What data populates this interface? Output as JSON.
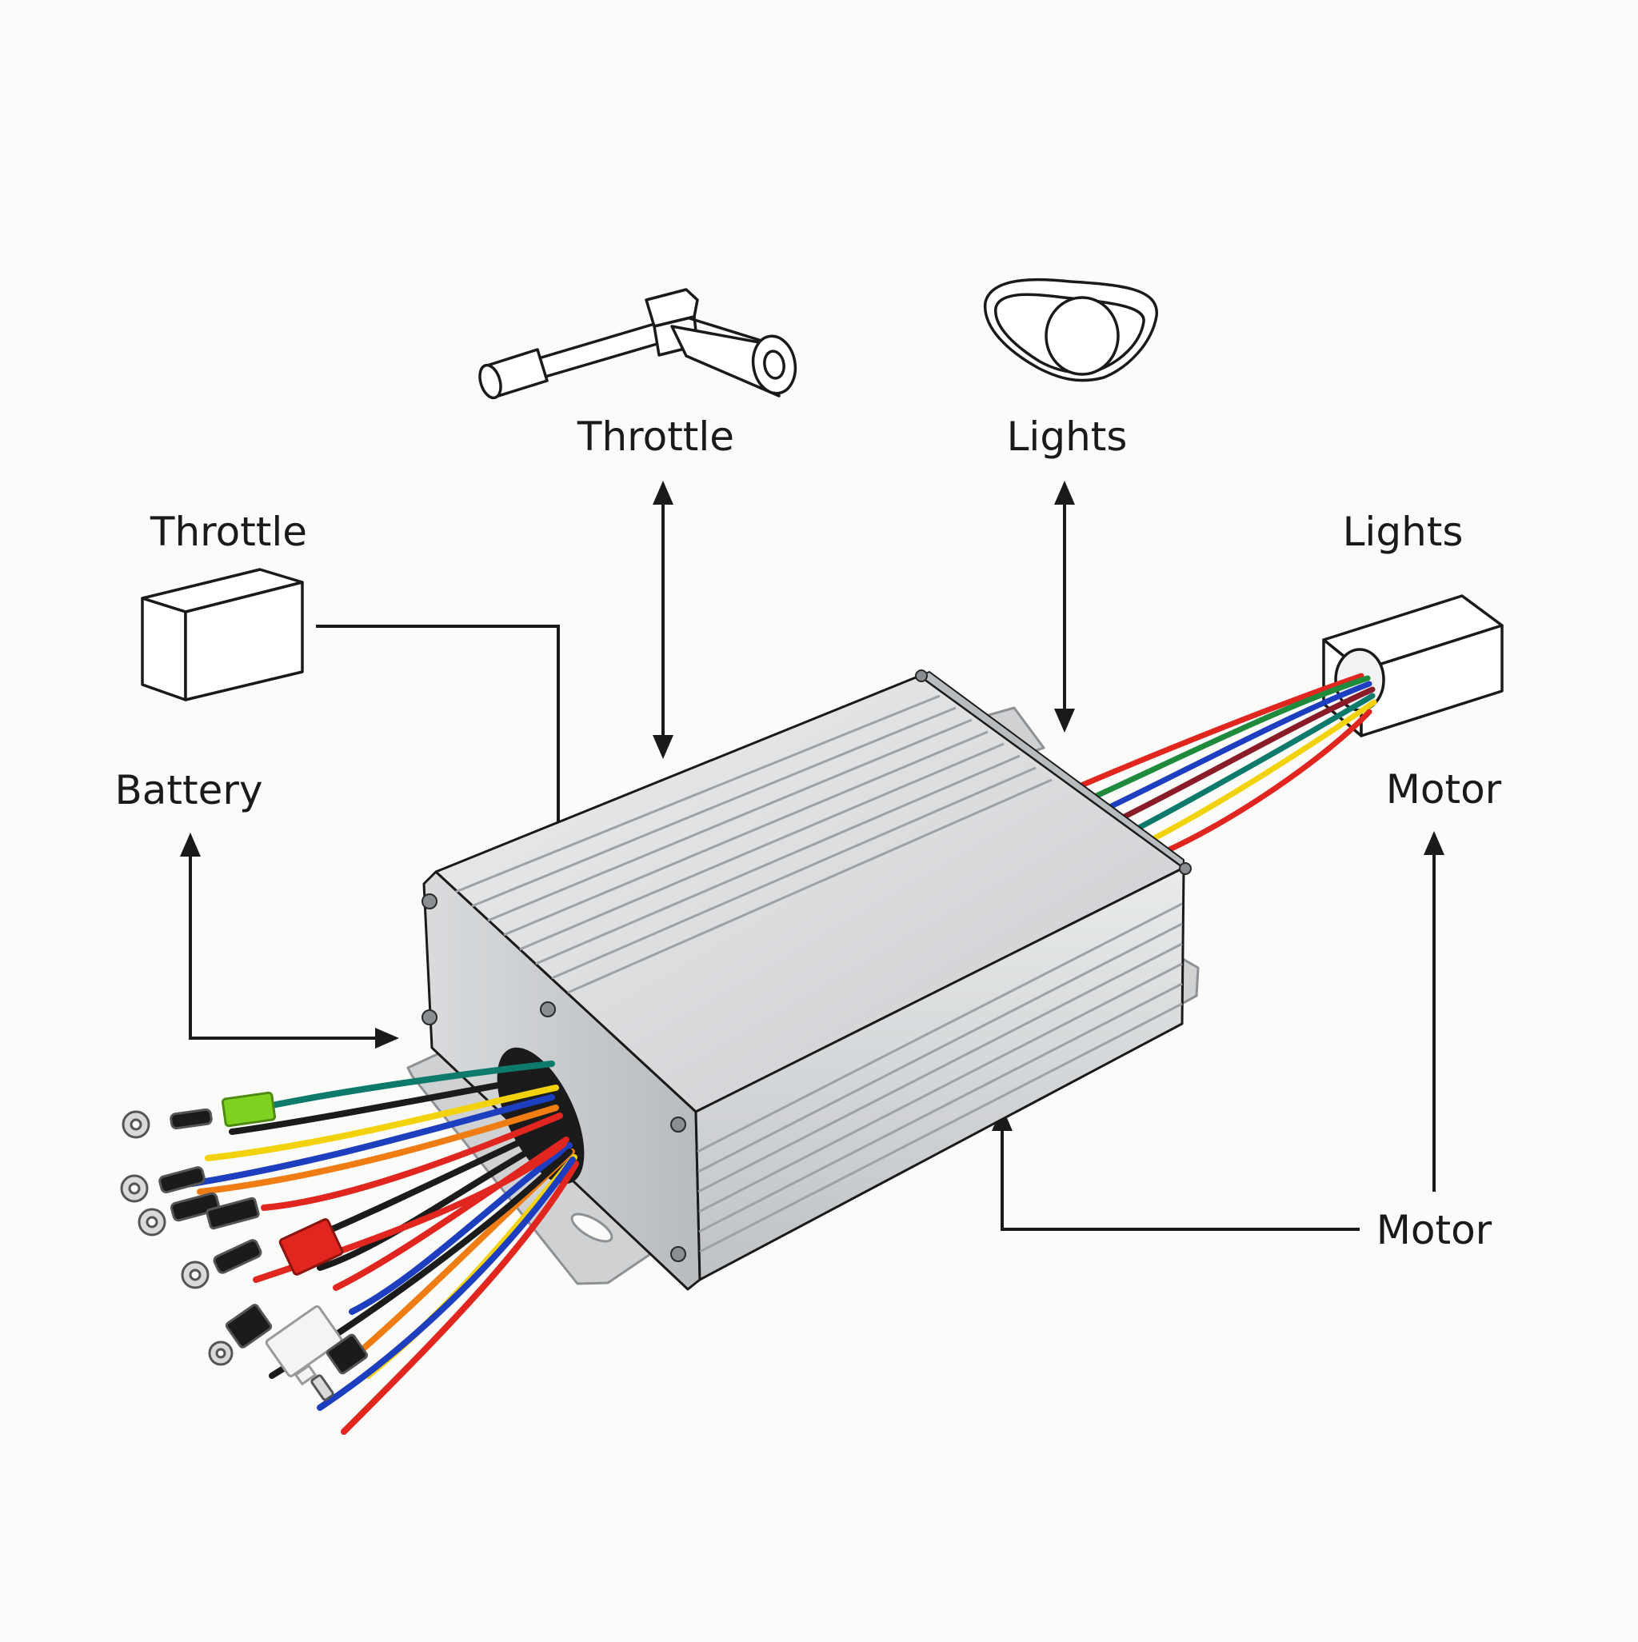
{
  "labels": {
    "throttle_left": "Throttle",
    "battery": "Battery",
    "throttle_top": "Throttle",
    "lights_top": "Lights",
    "lights_right": "Lights",
    "motor_right": "Motor",
    "motor_bottom": "Motor"
  },
  "colors": {
    "background": "#fbfbf9",
    "outline": "#1a1a1a",
    "housing": "#d6d8da",
    "wire_red": "#e0261f",
    "wire_green": "#1f8a3c",
    "wire_yellow": "#f2d20a",
    "wire_blue": "#1d3fbf",
    "wire_black": "#1b1b1b",
    "wire_orange": "#ef7d14",
    "wire_teal": "#0e7a6c",
    "connector_green": "#7ed321",
    "connector_red": "#e0261f",
    "connector_white": "#f4f4f4"
  },
  "icons": [
    "throttle-connector-box-icon",
    "twist-throttle-icon",
    "headlight-icon",
    "motor-connector-box-icon",
    "controller-box-icon"
  ]
}
